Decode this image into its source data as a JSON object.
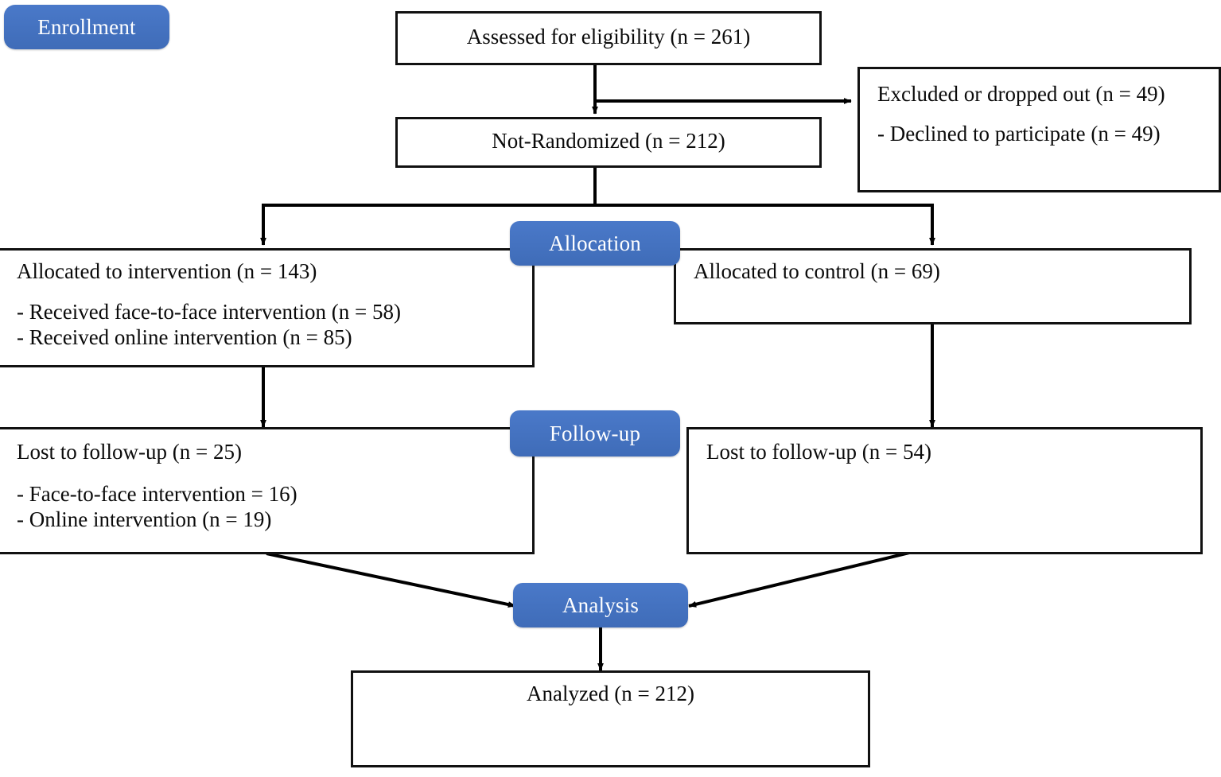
{
  "diagram": {
    "title": "CONSORT participant flow diagram",
    "accent_color": "#4472C4",
    "box_border_color": "#111111",
    "background_color": "#FFFFFF",
    "arrow_color": "#000000"
  },
  "stage_badges": [
    {
      "id": "enrollment",
      "label": "Enrollment"
    },
    {
      "id": "allocation",
      "label": "Allocation"
    },
    {
      "id": "followup",
      "label": "Follow-up"
    },
    {
      "id": "analysis",
      "label": "Analysis"
    }
  ],
  "boxes": {
    "assessed": {
      "lines": [
        "Assessed for eligibility (n = 261)"
      ]
    },
    "excluded": {
      "lines": [
        "Excluded or dropped out (n = 49)",
        "- Declined to participate (n = 49)"
      ]
    },
    "not_randomized": {
      "lines": [
        "Not-Randomized (n = 212)"
      ]
    },
    "allocated_intervention": {
      "lines": [
        "Allocated to intervention (n = 143)",
        "- Received face-to-face intervention (n = 58)",
        "- Received online intervention (n = 85)"
      ]
    },
    "allocated_control": {
      "lines": [
        "Allocated to control (n = 69)"
      ]
    },
    "lost_intervention": {
      "lines": [
        "Lost to follow-up (n = 25)",
        "- Face-to-face intervention = 16)",
        "- Online intervention (n = 19)"
      ]
    },
    "lost_control": {
      "lines": [
        "Lost to follow-up (n = 54)"
      ]
    },
    "analyzed": {
      "lines": [
        "Analyzed (n = 212)"
      ]
    }
  },
  "chart_data": {
    "type": "flowchart",
    "title": "CONSORT participant flow diagram",
    "stages": [
      "Enrollment",
      "Allocation",
      "Follow-up",
      "Analysis"
    ],
    "nodes": [
      {
        "id": "assessed",
        "stage": "Enrollment",
        "label": "Assessed for eligibility",
        "n": 261
      },
      {
        "id": "excluded",
        "stage": "Enrollment",
        "label": "Excluded or dropped out",
        "n": 49,
        "reasons": [
          {
            "label": "Declined to participate",
            "n": 49
          }
        ]
      },
      {
        "id": "not_randomized",
        "stage": "Enrollment",
        "label": "Not-Randomized",
        "n": 212
      },
      {
        "id": "allocated_intervention",
        "stage": "Allocation",
        "label": "Allocated to intervention",
        "n": 143,
        "details": [
          {
            "label": "Received face-to-face intervention",
            "n": 58
          },
          {
            "label": "Received online intervention",
            "n": 85
          }
        ]
      },
      {
        "id": "allocated_control",
        "stage": "Allocation",
        "label": "Allocated to control",
        "n": 69
      },
      {
        "id": "lost_intervention",
        "stage": "Follow-up",
        "label": "Lost to follow-up",
        "n": 25,
        "details": [
          {
            "label": "Face-to-face intervention",
            "n": 16
          },
          {
            "label": "Online intervention",
            "n": 19
          }
        ]
      },
      {
        "id": "lost_control",
        "stage": "Follow-up",
        "label": "Lost to follow-up",
        "n": 54
      },
      {
        "id": "analyzed",
        "stage": "Analysis",
        "label": "Analyzed",
        "n": 212
      }
    ],
    "edges": [
      {
        "from": "assessed",
        "to": "excluded"
      },
      {
        "from": "assessed",
        "to": "not_randomized"
      },
      {
        "from": "not_randomized",
        "to": "allocated_intervention"
      },
      {
        "from": "not_randomized",
        "to": "allocated_control"
      },
      {
        "from": "allocated_intervention",
        "to": "lost_intervention"
      },
      {
        "from": "allocated_control",
        "to": "lost_control"
      },
      {
        "from": "lost_intervention",
        "to": "analyzed"
      },
      {
        "from": "lost_control",
        "to": "analyzed"
      }
    ]
  }
}
